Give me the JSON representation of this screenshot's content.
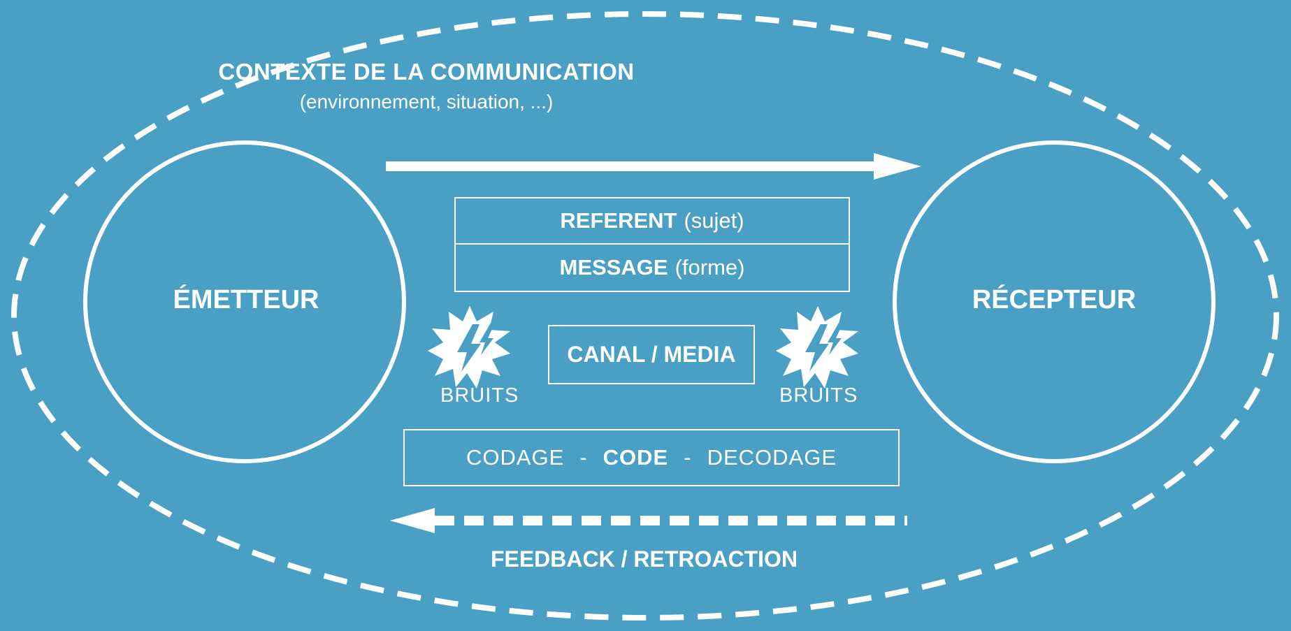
{
  "context": {
    "title": "CONTEXTE DE LA COMMUNICATION",
    "subtitle": "(environnement, situation, ...)"
  },
  "sender": {
    "label": "ÉMETTEUR"
  },
  "receiver": {
    "label": "RÉCEPTEUR"
  },
  "referent": {
    "label": "REFERENT",
    "detail": "(sujet)"
  },
  "message": {
    "label": "MESSAGE",
    "detail": "(forme)"
  },
  "channel": {
    "label": "CANAL / MEDIA"
  },
  "noise": {
    "left_label": "BRUITS",
    "right_label": "BRUITS",
    "icon": "noise-burst-icon"
  },
  "code": {
    "encoding": "CODAGE",
    "separator": "-",
    "code": "CODE",
    "decoding": "DECODAGE"
  },
  "feedback": {
    "label": "FEEDBACK / RETROACTION"
  },
  "colors": {
    "background": "#4a9fc4",
    "foreground": "#ffffff"
  }
}
